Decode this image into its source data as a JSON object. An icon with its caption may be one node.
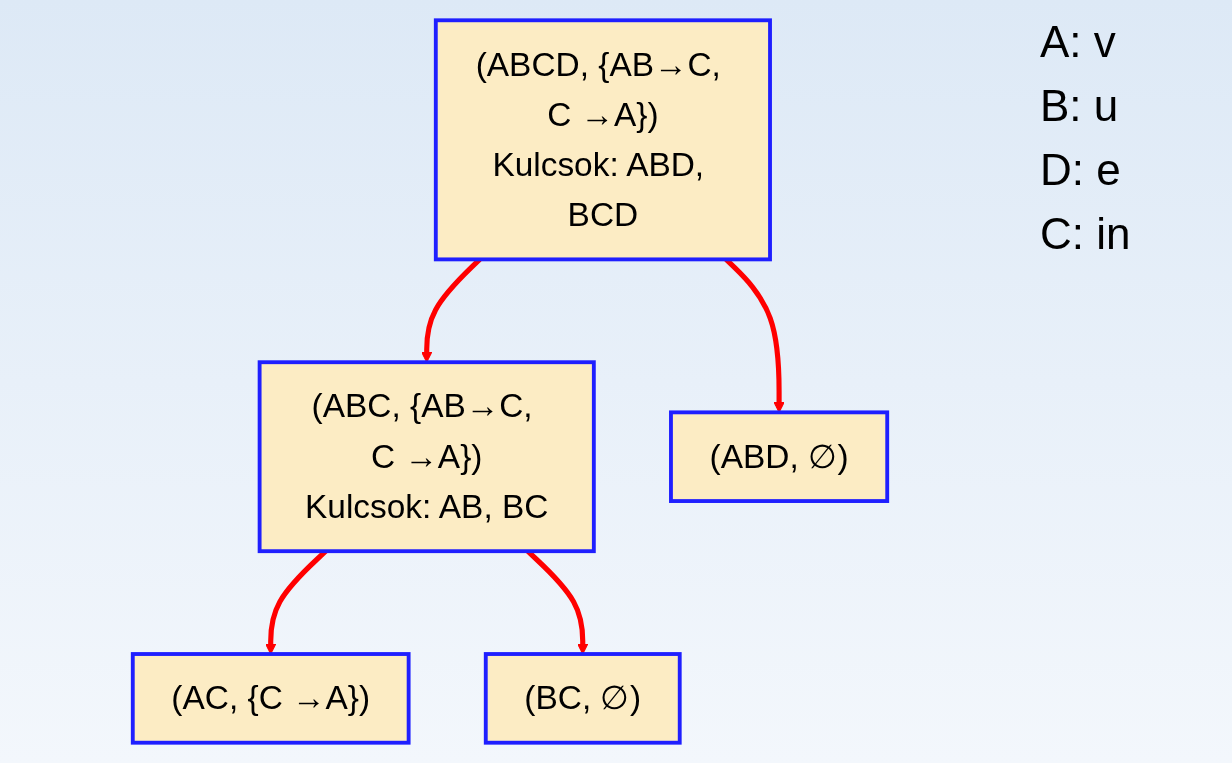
{
  "diagram": {
    "nodes": [
      {
        "text": [
          "(ABCD, {AB→C, C →A})",
          "Kulcsok: ABD, BCD"
        ]
      },
      {
        "text": [
          "(ABC, {AB→C, C →A})",
          "Kulcsok: AB, BC"
        ]
      },
      {
        "text": [
          "(ABD, ∅)"
        ]
      },
      {
        "text": [
          "(AC, {C →A})"
        ]
      },
      {
        "text": [
          "(BC, ∅)"
        ]
      }
    ],
    "edges": [
      {
        "from": 0,
        "to": 1,
        "arrow": "to"
      },
      {
        "from": 0,
        "to": 2,
        "arrow": "to"
      },
      {
        "from": 1,
        "to": 3,
        "arrow": "to"
      },
      {
        "from": 1,
        "to": 4,
        "arrow": "to"
      }
    ],
    "labels": [
      "A: v",
      "B: u",
      "D: e",
      "C: in"
    ]
  }
}
